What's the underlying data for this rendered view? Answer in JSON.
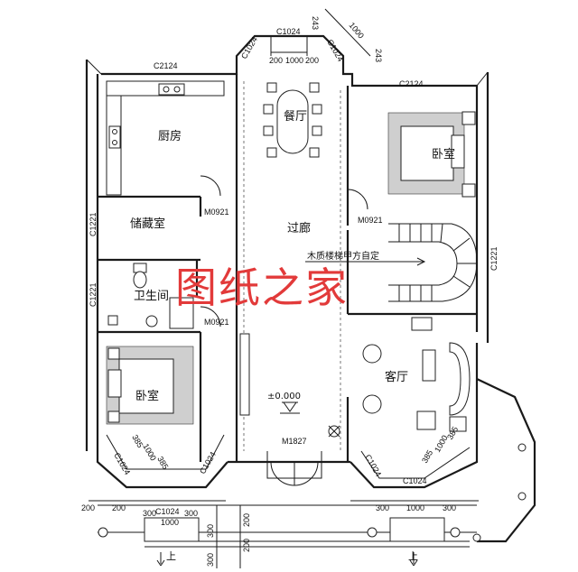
{
  "rooms": {
    "kitchen": "厨房",
    "dining": "餐厅",
    "storage": "储藏室",
    "corridor": "过廊",
    "bathroom": "卫生间",
    "bedroom_left": "卧室",
    "bedroom_right": "卧室",
    "living": "客厅"
  },
  "windows": {
    "top_left": "C2124",
    "top_right": "C2124",
    "bay_top_center": "C1024",
    "bay_top_left": "C1024",
    "bay_top_right": "C1024",
    "left_bedroom_bay_left": "C1024",
    "left_bedroom_bay_right": "C1024",
    "right_bay_left": "C1024",
    "right_bay_bottom": "C1024",
    "left_wall_upper": "C1221",
    "left_wall_lower": "C1221",
    "right_wall": "C1221",
    "bottom_front": "C1024"
  },
  "doors": {
    "kitchen": "M0921",
    "bathroom": "M0921",
    "right": "M0921",
    "entrance": "M1827"
  },
  "stair_note": "木质楼梯甲方自定",
  "elevation": "±0.000",
  "entrance_mark": "上",
  "entrance_mark_right": "上",
  "watermark": "图纸之家",
  "dims": {
    "d200": "200",
    "d300": "300",
    "d1000": "1000",
    "d243": "243",
    "d385": "385"
  }
}
